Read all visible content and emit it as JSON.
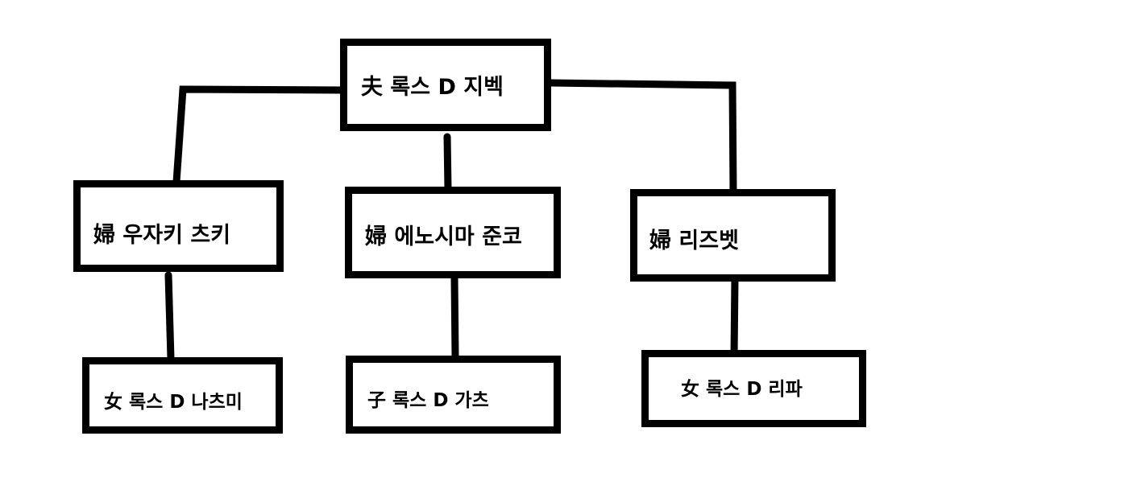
{
  "diagram": {
    "nodes": {
      "husband": "夫 록스 D 지벡",
      "wife1": "婦 우자키 츠키",
      "wife2": "婦 에노시마 준코",
      "wife3": "婦 리즈벳",
      "child1": "女 록스 D 나츠미",
      "child2": "子 록스 D 가츠",
      "child3": "女 록스 D 리파"
    },
    "line_color": "#000000",
    "box_border_color": "#000000",
    "background": "#ffffff"
  }
}
